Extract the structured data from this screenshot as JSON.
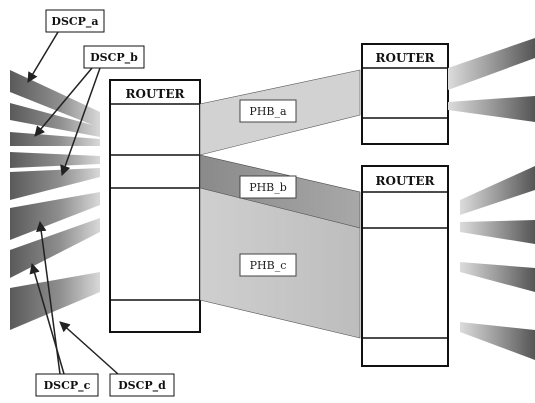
{
  "routers": {
    "left": "ROUTER",
    "top_right": "ROUTER",
    "bottom_right": "ROUTER"
  },
  "phb": {
    "a": "PHB_a",
    "b": "PHB_b",
    "c": "PHB_c"
  },
  "dscp": {
    "a": "DSCP_a",
    "b": "DSCP_b",
    "c": "DSCP_c",
    "d": "DSCP_d"
  }
}
